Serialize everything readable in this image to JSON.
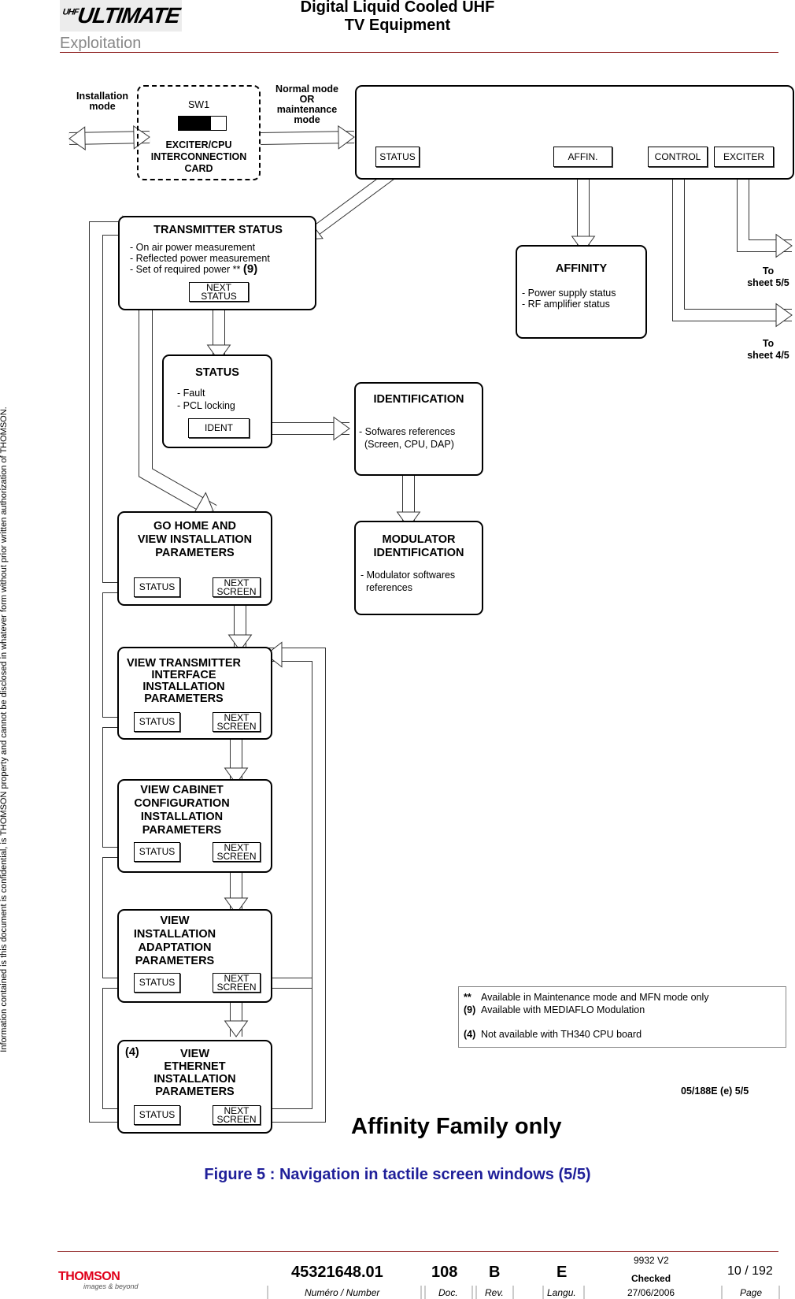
{
  "header": {
    "logo_text": "ULTIMATE",
    "logo_sup": "UHF",
    "title_line1": "Digital Liquid Cooled UHF",
    "title_line2": "TV Equipment",
    "section": "Exploitation"
  },
  "side_note": "Information contained is this document is confidential, is THOMSON property and cannot be disclosed in whatever form without prior written authorization of THOMSON.",
  "diagram": {
    "installation_mode": "Installation mode",
    "normal_mode": [
      "Normal mode",
      "OR",
      "maintenance",
      "mode"
    ],
    "sw1": {
      "label": "SW1",
      "card": [
        "EXCITER/CPU",
        "INTERCONNECTION",
        "CARD"
      ]
    },
    "screen_buttons": [
      "STATUS",
      "AFFIN.",
      "CONTROL",
      "EXCITER"
    ],
    "to_sheet_5": [
      "To",
      "sheet 5/5"
    ],
    "to_sheet_4": [
      "To",
      "sheet 4/5"
    ],
    "transmitter_status": {
      "title": "TRANSMITTER STATUS",
      "items": [
        "- On air power measurement",
        "- Reflected power measurement",
        "- Set of required power"
      ],
      "marks": "**",
      "note_ref": "(9)",
      "button": [
        "NEXT",
        "STATUS"
      ]
    },
    "affinity": {
      "title": "AFFINITY",
      "items": [
        "- Power supply status",
        "- RF amplifier status"
      ]
    },
    "status": {
      "title": "STATUS",
      "items": [
        "- Fault",
        "- PCL locking"
      ],
      "button": "IDENT"
    },
    "identification": {
      "title": "IDENTIFICATION",
      "items": [
        "- Sofwares references",
        "  (Screen, CPU, DAP)"
      ]
    },
    "modulator": {
      "title": [
        "MODULATOR",
        "IDENTIFICATION"
      ],
      "items": [
        "- Modulator softwares",
        "  references"
      ]
    },
    "go_home": {
      "title": [
        "GO HOME AND",
        "VIEW INSTALLATION",
        "PARAMETERS"
      ]
    },
    "view_tx": {
      "title": [
        "VIEW TRANSMITTER",
        "INTERFACE",
        "INSTALLATION",
        "PARAMETERS"
      ]
    },
    "view_cabinet": {
      "title": [
        "VIEW CABINET",
        "CONFIGURATION",
        "INSTALLATION",
        "PARAMETERS"
      ]
    },
    "view_adaptation": {
      "title": [
        "VIEW",
        "INSTALLATION",
        "ADAPTATION",
        "PARAMETERS"
      ]
    },
    "view_ethernet": {
      "ref": "(4)",
      "title": [
        "VIEW",
        "ETHERNET",
        "INSTALLATION",
        "PARAMETERS"
      ]
    },
    "status_btn": "STATUS",
    "next_screen_btn": [
      "NEXT",
      "SCREEN"
    ],
    "notes": [
      {
        "mark": "**",
        "text": "Available in Maintenance mode and MFN mode only"
      },
      {
        "mark": "(9)",
        "text": "Available with MEDIAFLO Modulation"
      },
      {
        "mark": "(4)",
        "text": "Not available with TH340 CPU board"
      }
    ],
    "ref_code": "05/188E (e) 5/5",
    "family": "Affinity Family only"
  },
  "caption": "Figure 5 : Navigation in tactile screen windows (5/5)",
  "footer": {
    "logo": "THOMSON",
    "logo_tag": "images & beyond",
    "number": "45321648.01",
    "doc": "108",
    "rev": "B",
    "lang": "E",
    "version": "9932 V2",
    "checked": "Checked",
    "date": "27/06/2006",
    "page": "10 / 192",
    "labels": {
      "number": "Numéro / Number",
      "doc": "Doc.",
      "rev": "Rev.",
      "lang": "Langu.",
      "page": "Page"
    }
  },
  "colors": {
    "rule": "#8b1a1a",
    "caption": "#1f1f99",
    "thomson_red": "#e0001a"
  }
}
